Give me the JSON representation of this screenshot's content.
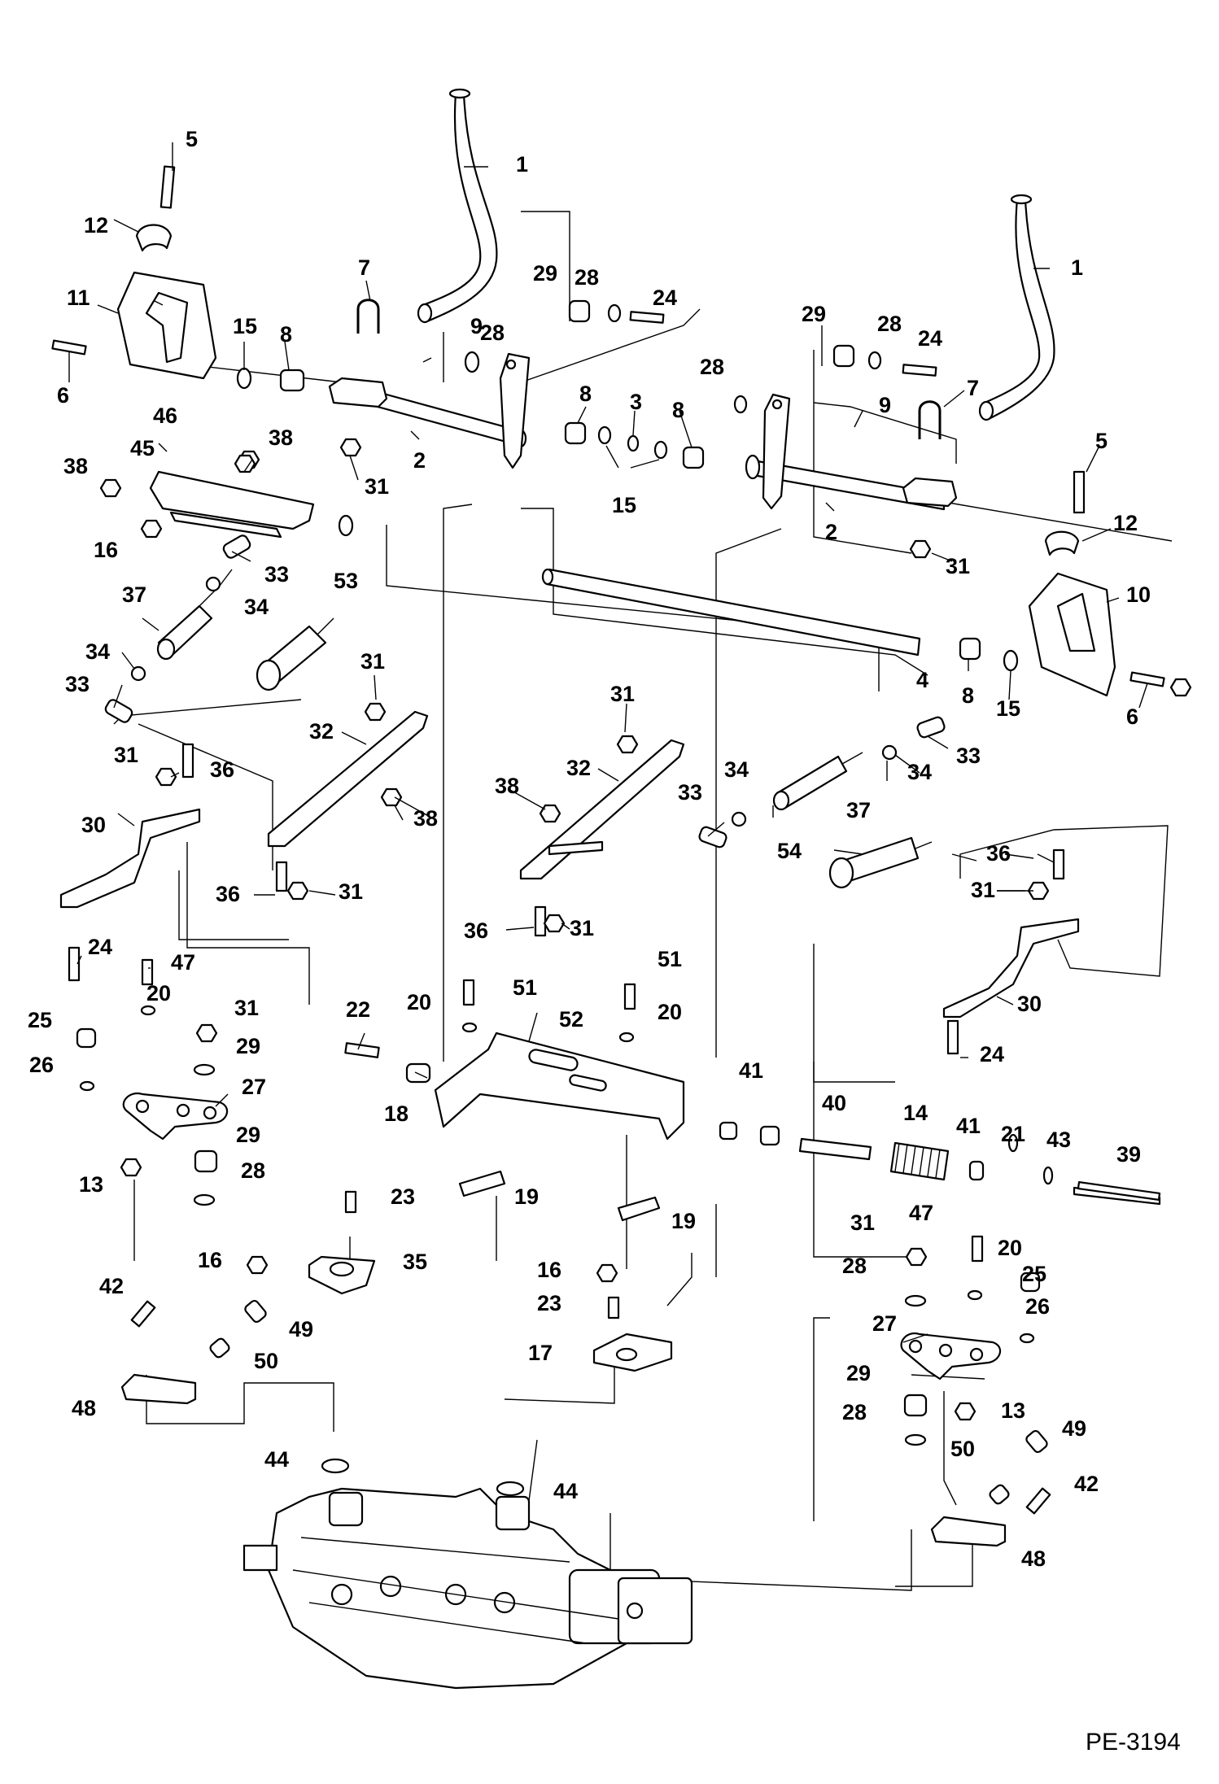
{
  "drawing_number": "PE-3194",
  "callouts": [
    {
      "id": "c1a",
      "label": "1"
    },
    {
      "id": "c1b",
      "label": "1"
    },
    {
      "id": "c2a",
      "label": "2"
    },
    {
      "id": "c2b",
      "label": "2"
    },
    {
      "id": "c3",
      "label": "3"
    },
    {
      "id": "c4",
      "label": "4"
    },
    {
      "id": "c5a",
      "label": "5"
    },
    {
      "id": "c5b",
      "label": "5"
    },
    {
      "id": "c6a",
      "label": "6"
    },
    {
      "id": "c6b",
      "label": "6"
    },
    {
      "id": "c7a",
      "label": "7"
    },
    {
      "id": "c7b",
      "label": "7"
    },
    {
      "id": "c8a",
      "label": "8"
    },
    {
      "id": "c8b",
      "label": "8"
    },
    {
      "id": "c8c",
      "label": "8"
    },
    {
      "id": "c8d",
      "label": "8"
    },
    {
      "id": "c9a",
      "label": "9"
    },
    {
      "id": "c9b",
      "label": "9"
    },
    {
      "id": "c10",
      "label": "10"
    },
    {
      "id": "c11",
      "label": "11"
    },
    {
      "id": "c12a",
      "label": "12"
    },
    {
      "id": "c12b",
      "label": "12"
    },
    {
      "id": "c13a",
      "label": "13"
    },
    {
      "id": "c13b",
      "label": "13"
    },
    {
      "id": "c14",
      "label": "14"
    },
    {
      "id": "c15a",
      "label": "15"
    },
    {
      "id": "c15b",
      "label": "15"
    },
    {
      "id": "c15c",
      "label": "15"
    },
    {
      "id": "c16a",
      "label": "16"
    },
    {
      "id": "c16b",
      "label": "16"
    },
    {
      "id": "c16c",
      "label": "16"
    },
    {
      "id": "c17",
      "label": "17"
    },
    {
      "id": "c18",
      "label": "18"
    },
    {
      "id": "c19a",
      "label": "19"
    },
    {
      "id": "c19b",
      "label": "19"
    },
    {
      "id": "c20a",
      "label": "20"
    },
    {
      "id": "c20b",
      "label": "20"
    },
    {
      "id": "c20c",
      "label": "20"
    },
    {
      "id": "c20d",
      "label": "20"
    },
    {
      "id": "c21",
      "label": "21"
    },
    {
      "id": "c22",
      "label": "22"
    },
    {
      "id": "c23a",
      "label": "23"
    },
    {
      "id": "c23b",
      "label": "23"
    },
    {
      "id": "c24a",
      "label": "24"
    },
    {
      "id": "c24b",
      "label": "24"
    },
    {
      "id": "c24c",
      "label": "24"
    },
    {
      "id": "c24d",
      "label": "24"
    },
    {
      "id": "c25a",
      "label": "25"
    },
    {
      "id": "c25b",
      "label": "25"
    },
    {
      "id": "c26a",
      "label": "26"
    },
    {
      "id": "c26b",
      "label": "26"
    },
    {
      "id": "c27a",
      "label": "27"
    },
    {
      "id": "c27b",
      "label": "27"
    },
    {
      "id": "c28a",
      "label": "28"
    },
    {
      "id": "c28b",
      "label": "28"
    },
    {
      "id": "c28c",
      "label": "28"
    },
    {
      "id": "c28d",
      "label": "28"
    },
    {
      "id": "c28e",
      "label": "28"
    },
    {
      "id": "c28f",
      "label": "28"
    },
    {
      "id": "c28g",
      "label": "28"
    },
    {
      "id": "c29a",
      "label": "29"
    },
    {
      "id": "c29b",
      "label": "29"
    },
    {
      "id": "c29c",
      "label": "29"
    },
    {
      "id": "c29d",
      "label": "29"
    },
    {
      "id": "c29e",
      "label": "29"
    },
    {
      "id": "c30a",
      "label": "30"
    },
    {
      "id": "c30b",
      "label": "30"
    },
    {
      "id": "c31a",
      "label": "31"
    },
    {
      "id": "c31b",
      "label": "31"
    },
    {
      "id": "c31c",
      "label": "31"
    },
    {
      "id": "c31d",
      "label": "31"
    },
    {
      "id": "c31e",
      "label": "31"
    },
    {
      "id": "c31f",
      "label": "31"
    },
    {
      "id": "c31g",
      "label": "31"
    },
    {
      "id": "c31h",
      "label": "31"
    },
    {
      "id": "c31i",
      "label": "31"
    },
    {
      "id": "c31j",
      "label": "31"
    },
    {
      "id": "c32a",
      "label": "32"
    },
    {
      "id": "c32b",
      "label": "32"
    },
    {
      "id": "c33a",
      "label": "33"
    },
    {
      "id": "c33b",
      "label": "33"
    },
    {
      "id": "c33c",
      "label": "33"
    },
    {
      "id": "c33d",
      "label": "33"
    },
    {
      "id": "c34a",
      "label": "34"
    },
    {
      "id": "c34b",
      "label": "34"
    },
    {
      "id": "c34c",
      "label": "34"
    },
    {
      "id": "c34d",
      "label": "34"
    },
    {
      "id": "c35",
      "label": "35"
    },
    {
      "id": "c36a",
      "label": "36"
    },
    {
      "id": "c36b",
      "label": "36"
    },
    {
      "id": "c36c",
      "label": "36"
    },
    {
      "id": "c36d",
      "label": "36"
    },
    {
      "id": "c37a",
      "label": "37"
    },
    {
      "id": "c37b",
      "label": "37"
    },
    {
      "id": "c38a",
      "label": "38"
    },
    {
      "id": "c38b",
      "label": "38"
    },
    {
      "id": "c38c",
      "label": "38"
    },
    {
      "id": "c38d",
      "label": "38"
    },
    {
      "id": "c39",
      "label": "39"
    },
    {
      "id": "c40",
      "label": "40"
    },
    {
      "id": "c41a",
      "label": "41"
    },
    {
      "id": "c41b",
      "label": "41"
    },
    {
      "id": "c42a",
      "label": "42"
    },
    {
      "id": "c42b",
      "label": "42"
    },
    {
      "id": "c43",
      "label": "43"
    },
    {
      "id": "c44a",
      "label": "44"
    },
    {
      "id": "c44b",
      "label": "44"
    },
    {
      "id": "c45",
      "label": "45"
    },
    {
      "id": "c46",
      "label": "46"
    },
    {
      "id": "c47a",
      "label": "47"
    },
    {
      "id": "c47b",
      "label": "47"
    },
    {
      "id": "c48a",
      "label": "48"
    },
    {
      "id": "c48b",
      "label": "48"
    },
    {
      "id": "c49a",
      "label": "49"
    },
    {
      "id": "c49b",
      "label": "49"
    },
    {
      "id": "c50a",
      "label": "50"
    },
    {
      "id": "c50b",
      "label": "50"
    },
    {
      "id": "c51a",
      "label": "51"
    },
    {
      "id": "c51b",
      "label": "51"
    },
    {
      "id": "c52",
      "label": "52"
    },
    {
      "id": "c53",
      "label": "53"
    },
    {
      "id": "c54",
      "label": "54"
    }
  ]
}
